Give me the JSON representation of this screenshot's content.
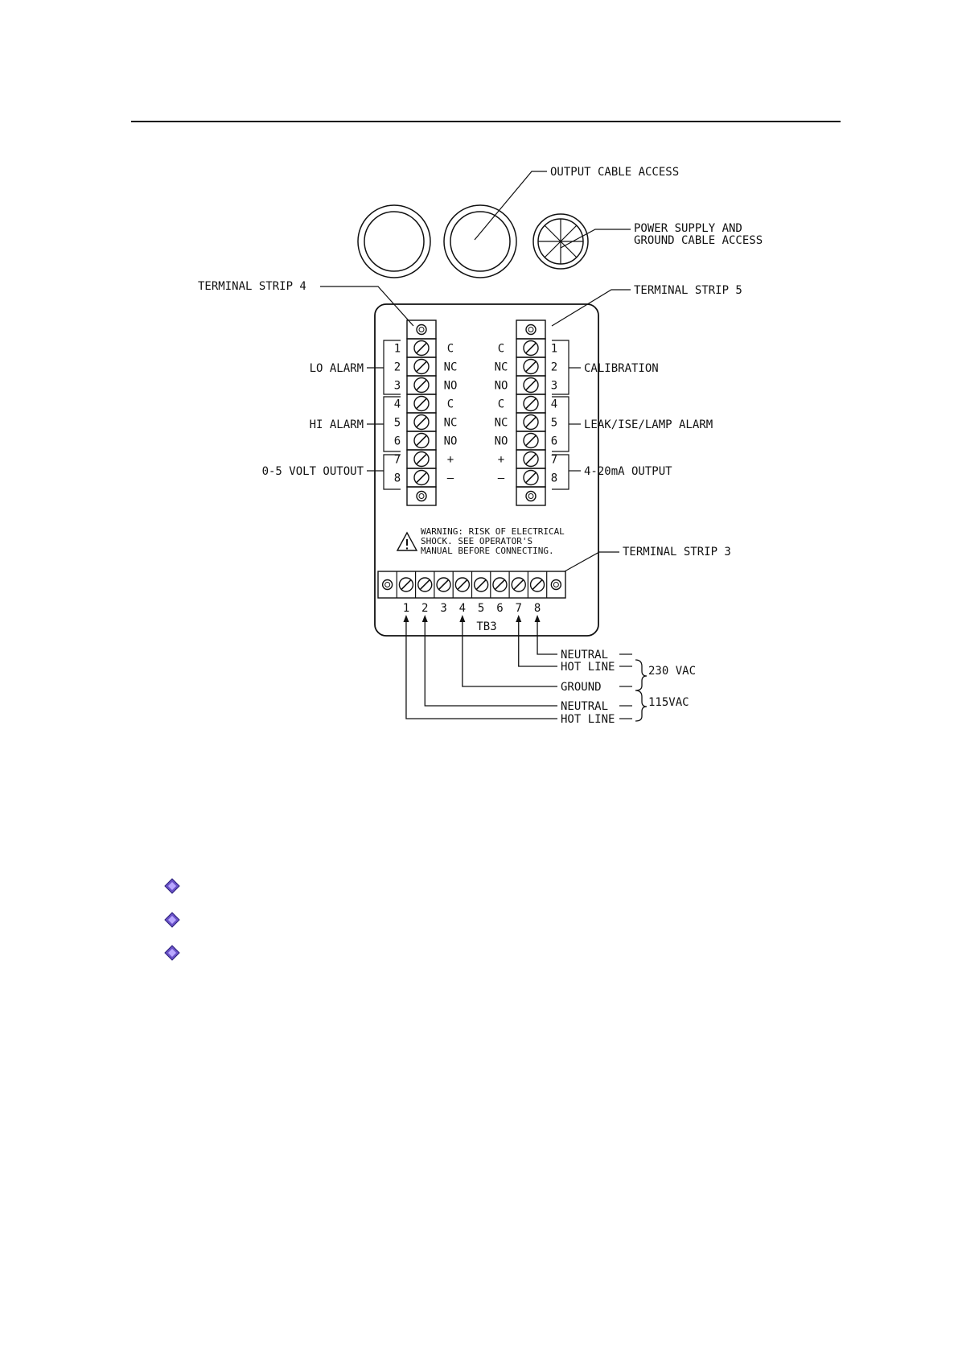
{
  "diagram": {
    "top_callouts": {
      "output_cable_access": "OUTPUT CABLE ACCESS",
      "power_supply_line1": "POWER SUPPLY AND",
      "power_supply_line2": "GROUND CABLE ACCESS"
    },
    "strips": {
      "ts4": "TERMINAL STRIP 4",
      "ts5": "TERMINAL STRIP 5",
      "ts3": "TERMINAL STRIP 3",
      "ts3_label": "TB3"
    },
    "left_groups": {
      "lo_alarm": "LO ALARM",
      "hi_alarm": "HI ALARM",
      "volt_output": "0-5 VOLT OUTOUT"
    },
    "right_groups": {
      "calibration": "CALIBRATION",
      "leak_alarm": "LEAK/ISE/LAMP ALARM",
      "ma_output": "4-20mA OUTPUT"
    },
    "terminal_numbers": [
      "1",
      "2",
      "3",
      "4",
      "5",
      "6",
      "7",
      "8"
    ],
    "contact_labels": [
      "C",
      "NC",
      "NO",
      "C",
      "NC",
      "NO",
      "+",
      "—"
    ],
    "warning": {
      "line1": "WARNING: RISK OF ELECTRICAL",
      "line2": "SHOCK. SEE OPERATOR'S",
      "line3": "MANUAL BEFORE CONNECTING."
    },
    "tb3_numbers": [
      "1",
      "2",
      "3",
      "4",
      "5",
      "6",
      "7",
      "8"
    ],
    "wiring": {
      "neutral_230": "NEUTRAL",
      "hot_230": "HOT LINE",
      "ground": "GROUND",
      "neutral_115": "NEUTRAL",
      "hot_115": "HOT LINE",
      "vac_230": "230 VAC",
      "vac_115": "115VAC"
    }
  },
  "bullets": {
    "count": 3,
    "color": "#6a52c8",
    "icon": "diamond-bullet-icon"
  }
}
